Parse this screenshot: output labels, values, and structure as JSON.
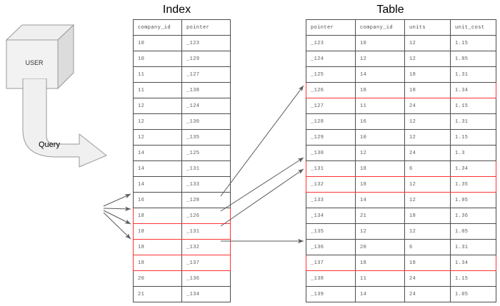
{
  "diagram": {
    "titles": {
      "index": "Index",
      "table": "Table"
    },
    "user_node": {
      "label": "USER",
      "icon": "cube-icon"
    },
    "query_arrow": {
      "label": "Query",
      "icon": "bent-arrow-icon"
    },
    "colors": {
      "highlight": "#ff3333",
      "border": "#4d4d4d",
      "text": "#595959",
      "shape_fill": "#f0f0f0",
      "shape_stroke": "#999999",
      "connector": "#595959"
    },
    "index_table": {
      "headers": [
        "company_id",
        "pointer"
      ],
      "rows": [
        {
          "company_id": "10",
          "pointer": "_123",
          "highlight": false
        },
        {
          "company_id": "10",
          "pointer": "_129",
          "highlight": false
        },
        {
          "company_id": "11",
          "pointer": "_127",
          "highlight": false
        },
        {
          "company_id": "11",
          "pointer": "_138",
          "highlight": false
        },
        {
          "company_id": "12",
          "pointer": "_124",
          "highlight": false
        },
        {
          "company_id": "12",
          "pointer": "_130",
          "highlight": false
        },
        {
          "company_id": "12",
          "pointer": "_135",
          "highlight": false
        },
        {
          "company_id": "14",
          "pointer": "_125",
          "highlight": false
        },
        {
          "company_id": "14",
          "pointer": "_131",
          "highlight": false
        },
        {
          "company_id": "14",
          "pointer": "_133",
          "highlight": false
        },
        {
          "company_id": "16",
          "pointer": "_128",
          "highlight": false
        },
        {
          "company_id": "18",
          "pointer": "_126",
          "highlight": true
        },
        {
          "company_id": "18",
          "pointer": "_131",
          "highlight": true
        },
        {
          "company_id": "18",
          "pointer": "_132",
          "highlight": true
        },
        {
          "company_id": "18",
          "pointer": "_137",
          "highlight": true
        },
        {
          "company_id": "20",
          "pointer": "_136",
          "highlight": false
        },
        {
          "company_id": "21",
          "pointer": "_134",
          "highlight": false
        }
      ]
    },
    "main_table": {
      "headers": [
        "pointer",
        "company_id",
        "units",
        "unit_cost"
      ],
      "rows": [
        {
          "pointer": "_123",
          "company_id": "10",
          "units": "12",
          "unit_cost": "1.15",
          "highlight": false
        },
        {
          "pointer": "_124",
          "company_id": "12",
          "units": "12",
          "unit_cost": "1.05",
          "highlight": false
        },
        {
          "pointer": "_125",
          "company_id": "14",
          "units": "18",
          "unit_cost": "1.31",
          "highlight": false
        },
        {
          "pointer": "_126",
          "company_id": "18",
          "units": "18",
          "unit_cost": "1.34",
          "highlight": true
        },
        {
          "pointer": "_127",
          "company_id": "11",
          "units": "24",
          "unit_cost": "1.15",
          "highlight": false
        },
        {
          "pointer": "_128",
          "company_id": "16",
          "units": "12",
          "unit_cost": "1.31",
          "highlight": false
        },
        {
          "pointer": "_129",
          "company_id": "10",
          "units": "12",
          "unit_cost": "1.15",
          "highlight": false
        },
        {
          "pointer": "_130",
          "company_id": "12",
          "units": "24",
          "unit_cost": "1.3",
          "highlight": false
        },
        {
          "pointer": "_131",
          "company_id": "18",
          "units": "6",
          "unit_cost": "1.34",
          "highlight": true
        },
        {
          "pointer": "_132",
          "company_id": "18",
          "units": "12",
          "unit_cost": "1.35",
          "highlight": true
        },
        {
          "pointer": "_133",
          "company_id": "14",
          "units": "12",
          "unit_cost": "1.95",
          "highlight": false
        },
        {
          "pointer": "_134",
          "company_id": "21",
          "units": "18",
          "unit_cost": "1.36",
          "highlight": false
        },
        {
          "pointer": "_135",
          "company_id": "12",
          "units": "12",
          "unit_cost": "1.05",
          "highlight": false
        },
        {
          "pointer": "_136",
          "company_id": "20",
          "units": "6",
          "unit_cost": "1.31",
          "highlight": false
        },
        {
          "pointer": "_137",
          "company_id": "18",
          "units": "18",
          "unit_cost": "1.34",
          "highlight": true
        },
        {
          "pointer": "_138",
          "company_id": "11",
          "units": "24",
          "unit_cost": "1.15",
          "highlight": false
        },
        {
          "pointer": "_139",
          "company_id": "14",
          "units": "24",
          "unit_cost": "1.05",
          "highlight": false
        }
      ]
    }
  }
}
